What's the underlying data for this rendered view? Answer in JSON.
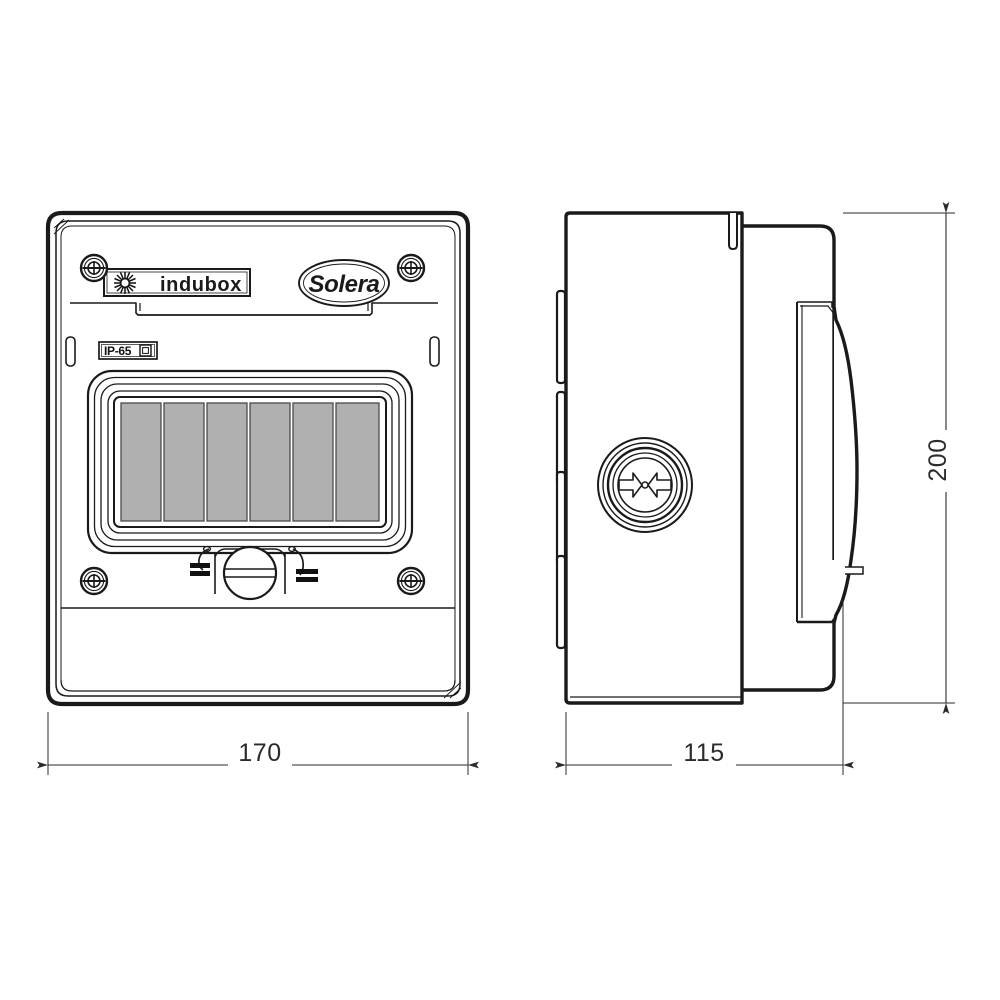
{
  "drawing": {
    "title": "Solera indubox surface-mount distribution enclosure — dimensioned technical drawing",
    "line_color": "#1a1a1a",
    "dim_text_color": "#2b2b2b",
    "module_fill": "#b0b0b0",
    "background": "#ffffff"
  },
  "front_view": {
    "name": "front-view",
    "brand_badge": {
      "icon": "starburst-icon",
      "label": "indubox"
    },
    "maker_badge": {
      "label": "Solera",
      "shape": "oval"
    },
    "rating_badge": {
      "label": "IP-65",
      "icon": "class-II-square-icon"
    },
    "module_window": {
      "slot_count": 6,
      "slot_fill": "#b0b0b0"
    },
    "latch": {
      "name": "quarter-turn-latch",
      "left_marking": "▬▬",
      "right_marking": "▬▬"
    },
    "screws": [
      {
        "position": "top-left"
      },
      {
        "position": "top-right"
      },
      {
        "position": "bottom-left"
      },
      {
        "position": "bottom-right"
      }
    ]
  },
  "side_view": {
    "name": "side-view",
    "knockout": {
      "name": "cable-knockout",
      "arrows": "opposing"
    },
    "hinge_segments": 4,
    "door_tab": true
  },
  "dimensions": {
    "width": {
      "value": "170",
      "view": "front-view",
      "orientation": "horizontal"
    },
    "depth": {
      "value": "115",
      "view": "side-view",
      "orientation": "horizontal"
    },
    "height": {
      "value": "200",
      "view": "side-view",
      "orientation": "vertical"
    }
  }
}
